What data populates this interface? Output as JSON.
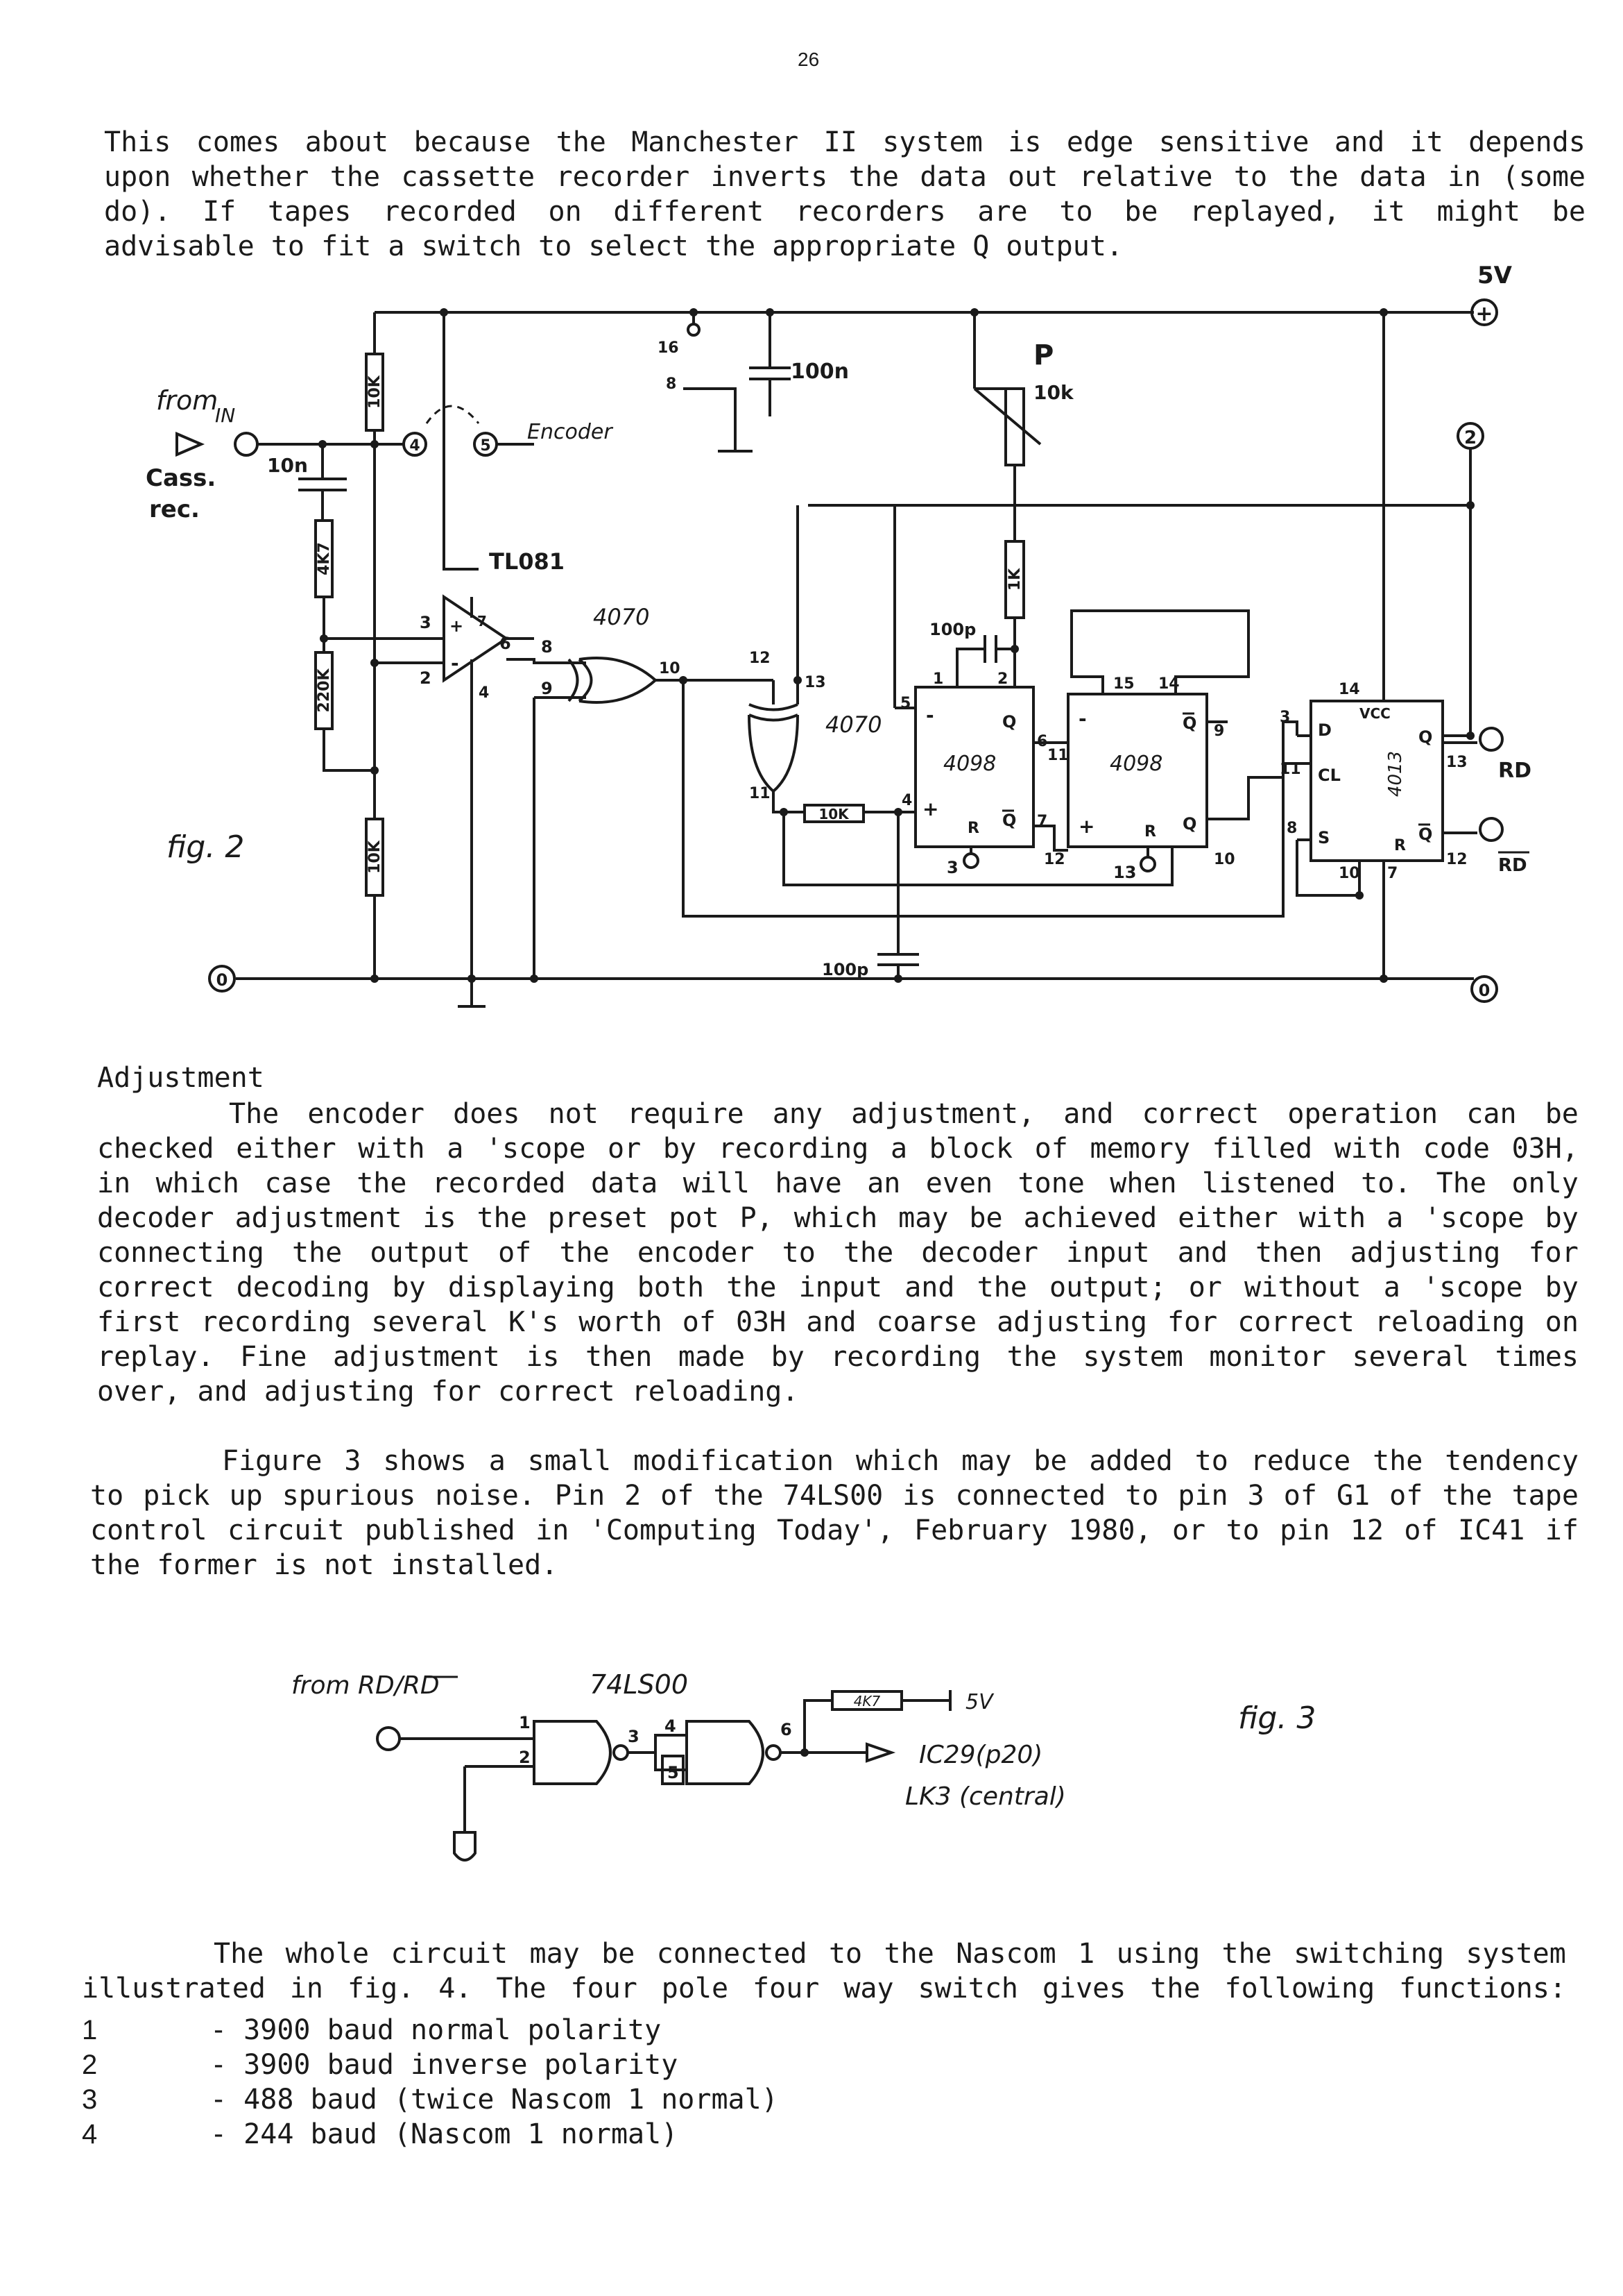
{
  "page_number": "26",
  "intro_paragraph": [
    "This comes about because the Manchester II system is edge sensitive and it depends",
    "upon whether the cassette recorder inverts the data out relative to the data in (some",
    "do). If tapes recorded on different recorders are to be replayed, it might be",
    "advisable to fit a switch to select the appropriate Q output."
  ],
  "fig2": {
    "caption": "fig. 2",
    "supply": "5V",
    "plus_sign": "+",
    "gnd_sign": "0",
    "terminal_2": "2",
    "from_label": "from",
    "in_label": "IN",
    "cass_label": "Cass.",
    "rec_label": "rec.",
    "cap_10n": "10n",
    "r_4k7": "4K7",
    "r_10k_top": "10K",
    "r_220k": "220K",
    "r_10k_bottom": "10K",
    "r_1k": "1K",
    "r_10k_mid": "10K",
    "pin_4": "4",
    "pin_5": "5",
    "encoder": "Encoder",
    "tl081": "TL081",
    "pins_16_8": [
      "16",
      "8"
    ],
    "cap_100n": "100n",
    "pot_p": "P",
    "pot_10k": "10k",
    "gate_4070_a": "4070",
    "gate_4070_b": "4070",
    "ic_4098_a": "4098",
    "ic_4098_b": "4098",
    "ic_4013": "4013",
    "cap_100p_top": "100p",
    "cap_100p_bottom": "100p",
    "vcc": "VCC",
    "rd_label": "RD",
    "rd_bar_label": "RD",
    "pins": {
      "op3": "3",
      "op2": "2",
      "op7": "7",
      "op6": "6",
      "op4": "4",
      "g8": "8",
      "g9": "9",
      "g10": "10",
      "g12": "12",
      "g13": "13",
      "g11": "11",
      "a1": "1",
      "a2": "2",
      "a5": "5",
      "a4": "4",
      "a6": "6",
      "a7": "7",
      "a3": "3",
      "b15": "15",
      "b14": "14",
      "b11": "11",
      "b9": "9",
      "b12": "12",
      "b10": "10",
      "b13": "13",
      "c14": "14",
      "c3": "3",
      "c11": "11",
      "c8": "8",
      "c13": "13",
      "c12": "12",
      "c10": "10",
      "c7": "7"
    },
    "sym": {
      "minus": "-",
      "plus": "+",
      "q": "Q",
      "qbar": "Q",
      "r": "R",
      "d": "D",
      "cl": "CL",
      "s": "S"
    }
  },
  "adjustment_heading": "Adjustment",
  "adjustment_paragraph": [
    "The encoder does not require any adjustment, and correct operation can be",
    "checked either with a 'scope or by recording a block of memory filled with code 03H,",
    "in which case the recorded data will have an even tone when listened to. The only",
    "decoder adjustment is the preset pot P, which may be achieved either with a 'scope by",
    "connecting the output of the encoder to the decoder input and then adjusting for",
    "correct decoding by displaying both the input and the output; or without a 'scope by",
    "first recording several K's worth of 03H and coarse adjusting for correct reloading on",
    "replay. Fine adjustment is then made by recording the system monitor several times",
    "over, and adjusting for correct reloading."
  ],
  "figure3_paragraph": [
    "Figure 3 shows a small modification which may be added to reduce the tendency",
    "to pick up spurious noise. Pin 2 of the 74LS00 is connected to pin 3 of G1 of the tape",
    "control circuit published in 'Computing Today', February 1980, or to pin 12 of IC41 if",
    "the former is not installed."
  ],
  "fig3": {
    "caption": "fig. 3",
    "from_label": "from RD/RD",
    "chip": "74LS00",
    "resistor": "4K7",
    "supply": "5V",
    "dest_1": "IC29(p20)",
    "dest_2": "LK3 (central)",
    "pins": {
      "p1": "1",
      "p2": "2",
      "p3": "3",
      "p4": "4",
      "p5": "5",
      "p6": "6"
    }
  },
  "final_paragraph": [
    "The whole circuit may be connected to the Nascom 1 using the switching system",
    "illustrated in fig. 4. The four pole four way switch gives the following functions:"
  ],
  "functions": [
    {
      "number": "1",
      "text": "- 3900 baud normal polarity"
    },
    {
      "number": "2",
      "text": "- 3900 baud inverse polarity"
    },
    {
      "number": "3",
      "text": "- 488 baud (twice Nascom 1 normal)"
    },
    {
      "number": "4",
      "text": "- 244 baud (Nascom 1 normal)"
    }
  ]
}
